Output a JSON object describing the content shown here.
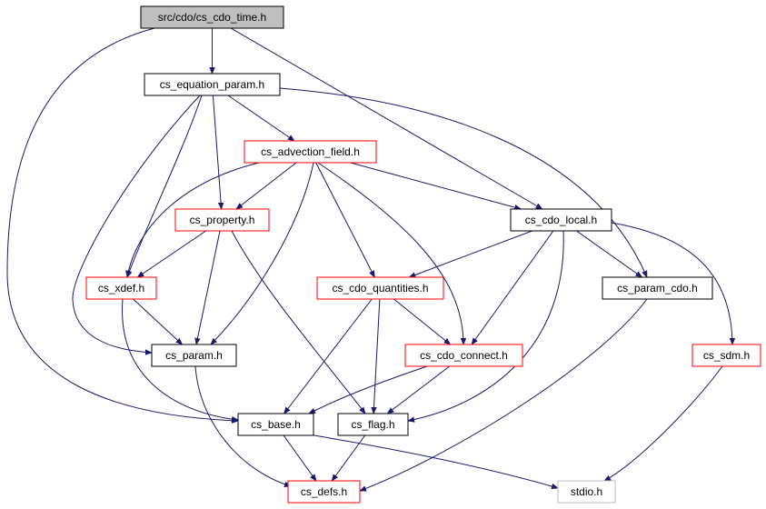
{
  "colors": {
    "edge": "#191970",
    "border_default": "#000000",
    "border_incomplete": "#ff0000",
    "border_external": "#bfbfbf",
    "root_fill": "#bfbfbf"
  },
  "nodes": [
    {
      "id": "cs_cdo_time",
      "label": "src/cdo/cs_cdo_time.h",
      "kind": "root"
    },
    {
      "id": "cs_equation_param",
      "label": "cs_equation_param.h",
      "kind": "default"
    },
    {
      "id": "cs_advection_field",
      "label": "cs_advection_field.h",
      "kind": "incomplete"
    },
    {
      "id": "cs_property",
      "label": "cs_property.h",
      "kind": "incomplete"
    },
    {
      "id": "cs_cdo_local",
      "label": "cs_cdo_local.h",
      "kind": "default"
    },
    {
      "id": "cs_xdef",
      "label": "cs_xdef.h",
      "kind": "incomplete"
    },
    {
      "id": "cs_cdo_quantities",
      "label": "cs_cdo_quantities.h",
      "kind": "incomplete"
    },
    {
      "id": "cs_param_cdo",
      "label": "cs_param_cdo.h",
      "kind": "default"
    },
    {
      "id": "cs_param",
      "label": "cs_param.h",
      "kind": "default"
    },
    {
      "id": "cs_cdo_connect",
      "label": "cs_cdo_connect.h",
      "kind": "incomplete"
    },
    {
      "id": "cs_sdm",
      "label": "cs_sdm.h",
      "kind": "incomplete"
    },
    {
      "id": "cs_base",
      "label": "cs_base.h",
      "kind": "default"
    },
    {
      "id": "cs_flag",
      "label": "cs_flag.h",
      "kind": "default"
    },
    {
      "id": "cs_defs",
      "label": "cs_defs.h",
      "kind": "incomplete"
    },
    {
      "id": "stdio",
      "label": "stdio.h",
      "kind": "external"
    }
  ],
  "edges": [
    [
      "cs_cdo_time",
      "cs_equation_param"
    ],
    [
      "cs_cdo_time",
      "cs_base"
    ],
    [
      "cs_cdo_time",
      "cs_cdo_local"
    ],
    [
      "cs_equation_param",
      "cs_advection_field"
    ],
    [
      "cs_equation_param",
      "cs_property"
    ],
    [
      "cs_equation_param",
      "cs_xdef"
    ],
    [
      "cs_equation_param",
      "cs_param"
    ],
    [
      "cs_equation_param",
      "cs_param_cdo"
    ],
    [
      "cs_advection_field",
      "cs_property"
    ],
    [
      "cs_advection_field",
      "cs_xdef"
    ],
    [
      "cs_advection_field",
      "cs_cdo_local"
    ],
    [
      "cs_advection_field",
      "cs_cdo_quantities"
    ],
    [
      "cs_advection_field",
      "cs_cdo_connect"
    ],
    [
      "cs_advection_field",
      "cs_param"
    ],
    [
      "cs_property",
      "cs_xdef"
    ],
    [
      "cs_property",
      "cs_param"
    ],
    [
      "cs_property",
      "cs_flag"
    ],
    [
      "cs_cdo_local",
      "cs_cdo_quantities"
    ],
    [
      "cs_cdo_local",
      "cs_param_cdo"
    ],
    [
      "cs_cdo_local",
      "cs_cdo_connect"
    ],
    [
      "cs_cdo_local",
      "cs_flag"
    ],
    [
      "cs_cdo_local",
      "cs_sdm"
    ],
    [
      "cs_xdef",
      "cs_param"
    ],
    [
      "cs_xdef",
      "cs_base"
    ],
    [
      "cs_cdo_quantities",
      "cs_cdo_connect"
    ],
    [
      "cs_cdo_quantities",
      "cs_base"
    ],
    [
      "cs_cdo_quantities",
      "cs_flag"
    ],
    [
      "cs_param_cdo",
      "cs_defs"
    ],
    [
      "cs_param",
      "cs_defs"
    ],
    [
      "cs_cdo_connect",
      "cs_base"
    ],
    [
      "cs_cdo_connect",
      "cs_flag"
    ],
    [
      "cs_sdm",
      "stdio"
    ],
    [
      "cs_base",
      "cs_defs"
    ],
    [
      "cs_base",
      "stdio"
    ],
    [
      "cs_flag",
      "cs_defs"
    ]
  ]
}
